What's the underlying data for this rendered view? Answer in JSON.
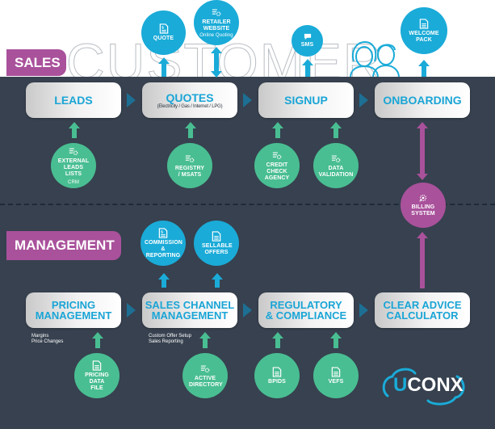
{
  "watermark": "CUSTOMER",
  "colors": {
    "background_dark": "#37414f",
    "accent_blue": "#1aabd8",
    "accent_green": "#49be92",
    "accent_purple": "#a9519b",
    "chevron": "#1d6f93"
  },
  "sales": {
    "tag": "SALES",
    "stages": [
      {
        "title": "LEADS",
        "subtitle": ""
      },
      {
        "title": "QUOTES",
        "subtitle": "(Electricity / Gas / Internet / LPG)"
      },
      {
        "title": "SIGNUP",
        "subtitle": ""
      },
      {
        "title": "ONBOARDING",
        "subtitle": ""
      }
    ],
    "outputs": [
      {
        "label": "QUOTE",
        "icon": "document-dollar-icon"
      },
      {
        "label": "RETAILER WEBSITE",
        "sub": "Online Quoting",
        "icon": "database-gear-icon"
      },
      {
        "label": "SMS",
        "icon": "chat-bubble-icon"
      },
      {
        "label": "WELCOME PACK",
        "icon": "document-icon"
      }
    ],
    "inputs": [
      {
        "label": "EXTERNAL LEADS LISTS",
        "sub": "CRM",
        "icon": "database-gear-icon"
      },
      {
        "label": "REGISTRY / MSATS",
        "icon": "database-gear-icon"
      },
      {
        "label": "CREDIT CHECK AGENCY",
        "icon": "database-gear-icon"
      },
      {
        "label": "DATA VALIDATION",
        "icon": "database-gear-icon"
      }
    ]
  },
  "billing": {
    "label": "BILLING SYSTEM",
    "icon": "billing-gear-icon"
  },
  "management": {
    "tag": "MANAGEMENT",
    "stages": [
      {
        "line1": "PRICING",
        "line2": "MANAGEMENT"
      },
      {
        "line1": "SALES CHANNEL",
        "line2": "MANAGEMENT"
      },
      {
        "line1": "REGULATORY",
        "line2": "& COMPLIANCE"
      },
      {
        "line1": "CLEAR ADVICE",
        "line2": "CALCULATOR"
      }
    ],
    "notes": [
      {
        "line1": "Margins",
        "line2": "Price Changes"
      },
      {
        "line1": "Custom Offer Setup",
        "line2": "Sales Reporting"
      }
    ],
    "outputs": [
      {
        "label": "COMMISSION & REPORTING",
        "icon": "document-dollar-icon"
      },
      {
        "label": "SELLABLE OFFERS",
        "icon": "document-icon"
      }
    ],
    "inputs": [
      {
        "label": "PRICING DATA FILE",
        "icon": "document-icon"
      },
      {
        "label": "ACTIVE DIRECTORY",
        "icon": "database-gear-icon"
      },
      {
        "label": "BPIDS",
        "icon": "document-icon"
      },
      {
        "label": "VEFS",
        "icon": "document-icon"
      }
    ]
  },
  "logo": {
    "prefix": "U",
    "rest": "CONX"
  }
}
